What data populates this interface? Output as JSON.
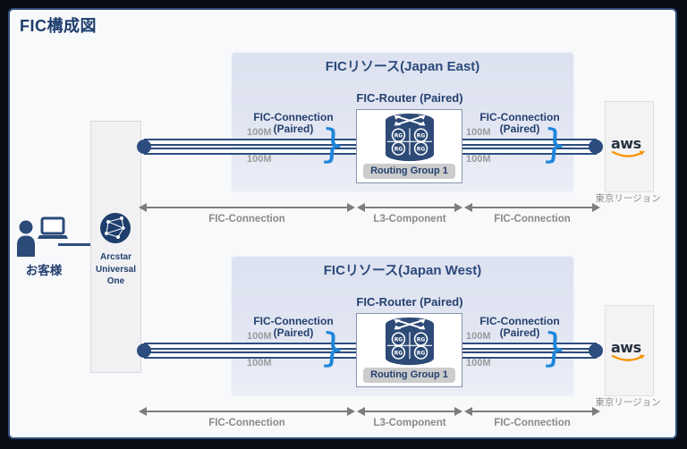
{
  "title": "FIC構成図",
  "customer": {
    "label": "お客様"
  },
  "network": {
    "name_lines": [
      "Arcstar",
      "Universal",
      "One"
    ]
  },
  "colors": {
    "navy": "#2d4d7f",
    "text_navy": "#24406e",
    "brace_blue": "#1e87db",
    "gray_label": "#9b9b9b",
    "measure_gray": "#7d7d7d",
    "aws_orange": "#f79400",
    "panel_bg": "#e1e5f2"
  },
  "icons": {
    "customer": "person-laptop-icon",
    "wan": "globe-network-icon",
    "router": "router-rg-cylinder-icon",
    "cloud": "aws-logo",
    "paired": "blue-brace-icon",
    "endpoint": "line-endpoint-dot",
    "measure": "double-headed-arrow"
  },
  "sections": [
    {
      "title": "FICリソース(Japan East)",
      "router_label": "FIC-Router (Paired)",
      "routing_group": "Routing Group 1",
      "rg_badge": "RG",
      "left_connection": {
        "label": "FIC-Connection",
        "paired": "(Paired)",
        "bw_top": "100M",
        "bw_bottom": "100M"
      },
      "right_connection": {
        "label": "FIC-Connection",
        "paired": "(Paired)",
        "bw_top": "100M",
        "bw_bottom": "100M"
      },
      "cloud": {
        "logo_text": "aws",
        "region": "東京リージョン"
      },
      "measures": [
        "FIC-Connection",
        "L3-Component",
        "FIC-Connection"
      ]
    },
    {
      "title": "FICリソース(Japan West)",
      "router_label": "FIC-Router (Paired)",
      "routing_group": "Routing Group 1",
      "rg_badge": "RG",
      "left_connection": {
        "label": "FIC-Connection",
        "paired": "(Paired)",
        "bw_top": "100M",
        "bw_bottom": "100M"
      },
      "right_connection": {
        "label": "FIC-Connection",
        "paired": "(Paired)",
        "bw_top": "100M",
        "bw_bottom": "100M"
      },
      "cloud": {
        "logo_text": "aws",
        "region": "東京リージョン"
      },
      "measures": [
        "FIC-Connection",
        "L3-Component",
        "FIC-Connection"
      ]
    }
  ]
}
